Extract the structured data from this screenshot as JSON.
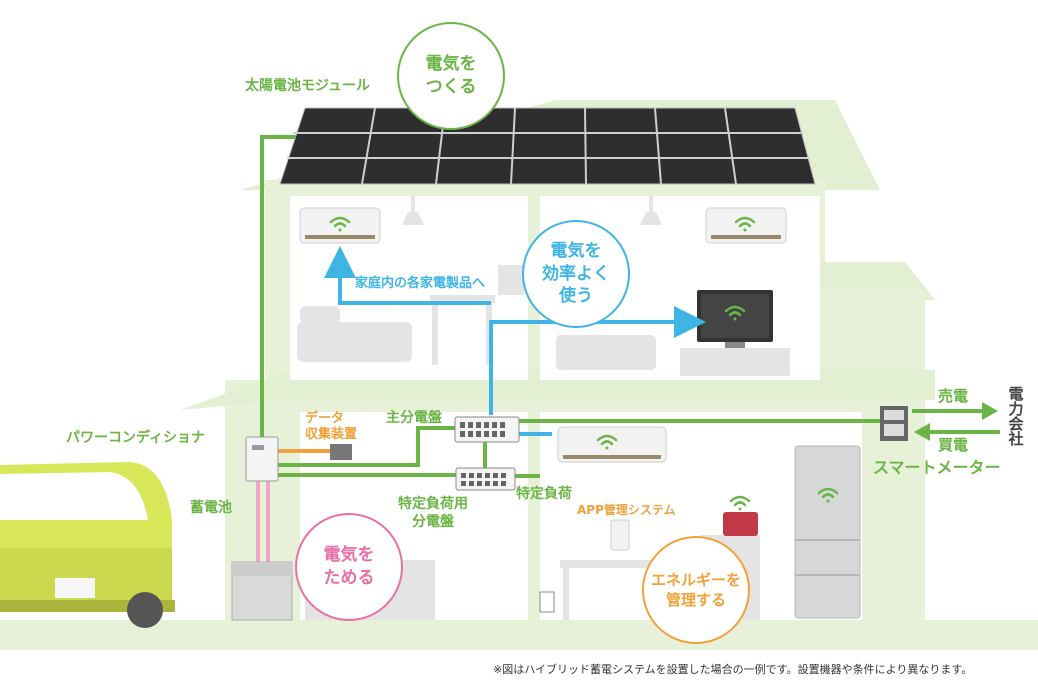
{
  "labels": {
    "solar_module": "太陽電池モジュール",
    "appliances": "家庭内の各家電製品へ",
    "main_panel": "主分電盤",
    "data_unit": "データ\n収集装置",
    "power_conditioner": "パワーコンディショナ",
    "battery": "蓄電池",
    "specific_panel": "特定負荷用\n分電盤",
    "specific_load": "特定負荷",
    "app_system": "APP管理システム",
    "sell": "売電",
    "buy": "買電",
    "power_company": "電力会社",
    "smart_meter": "スマートメーター"
  },
  "bubbles": {
    "generate": "電気を\nつくる",
    "efficient": "電気を\n効率よく\n使う",
    "store": "電気を\nためる",
    "manage": "エネルギーを\n管理する"
  },
  "footnote": "※図はハイブリッド蓄電システムを設置した場合の一例です。設置機器や条件により異なります。",
  "colors": {
    "green": "#6ab545",
    "blue": "#3fb5e5",
    "orange": "#f0a13a",
    "pink": "#ea6fa5",
    "house": "#e6f1d8",
    "car": "#d8e65a"
  }
}
